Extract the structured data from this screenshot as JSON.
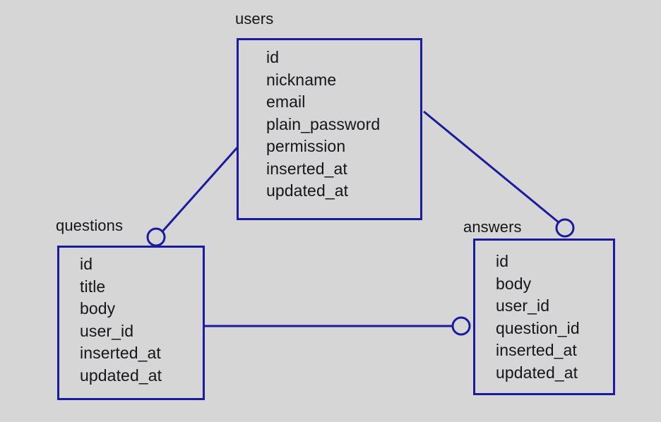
{
  "diagram": {
    "type": "entity-relationship-diagram",
    "background_color": "#d6d6d6",
    "entity_border_color": "#1b1b9e",
    "edge_color": "#1b1b9e",
    "text_color": "#16161a",
    "entities": [
      {
        "name": "users",
        "label": "users",
        "fields": [
          "id",
          "nickname",
          "email",
          "plain_password",
          "permission",
          "inserted_at",
          "updated_at"
        ]
      },
      {
        "name": "questions",
        "label": "questions",
        "fields": [
          "id",
          "title",
          "body",
          "user_id",
          "inserted_at",
          "updated_at"
        ]
      },
      {
        "name": "answers",
        "label": "answers",
        "fields": [
          "id",
          "body",
          "user_id",
          "question_id",
          "inserted_at",
          "updated_at"
        ]
      }
    ],
    "relationships": [
      {
        "name": "users-questions",
        "from": "users",
        "to": "questions",
        "marker": "circle"
      },
      {
        "name": "users-answers",
        "from": "users",
        "to": "answers",
        "marker": "circle"
      },
      {
        "name": "questions-answers",
        "from": "questions",
        "to": "answers",
        "marker": "circle"
      }
    ]
  }
}
